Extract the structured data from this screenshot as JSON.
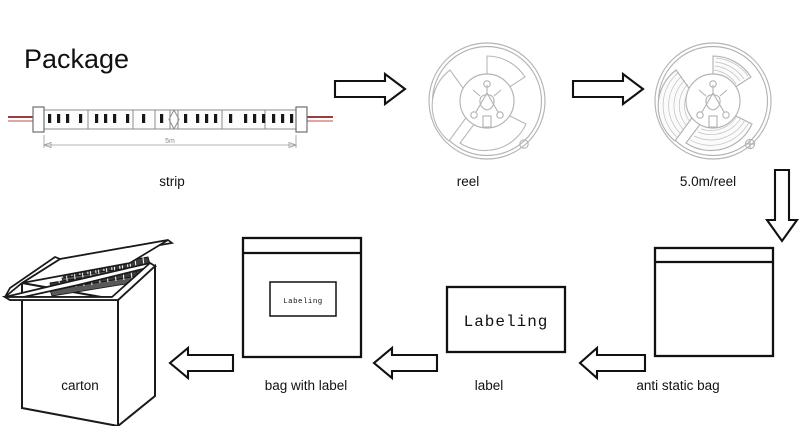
{
  "page": {
    "title": "Package",
    "background_color": "#ffffff",
    "ink_color": "#111111",
    "wire_color": "#8e2020",
    "reel_outline_color": "#b4b4b4"
  },
  "flow": {
    "top_row": [
      {
        "id": "strip",
        "caption": "strip"
      },
      {
        "id": "reel",
        "caption": "reel"
      },
      {
        "id": "reel-loaded",
        "caption": "5.0m/reel"
      }
    ],
    "bottom_row": [
      {
        "id": "carton",
        "caption": "carton"
      },
      {
        "id": "bag-with-label",
        "caption": "bag with label"
      },
      {
        "id": "label",
        "caption": "label"
      },
      {
        "id": "anti-static-bag",
        "caption": "anti static bag"
      }
    ]
  },
  "strip": {
    "dimension_label": "5m",
    "led_count_visible": 22
  },
  "label_box": {
    "text": "Labeling"
  },
  "bag": {
    "inner_label_text": "Labeling"
  },
  "arrows": [
    {
      "id": "arrow-strip-to-reel",
      "direction": "right"
    },
    {
      "id": "arrow-reel-to-loaded",
      "direction": "right"
    },
    {
      "id": "arrow-loaded-to-bag",
      "direction": "down"
    },
    {
      "id": "arrow-bag-to-label",
      "direction": "left"
    },
    {
      "id": "arrow-label-to-baglabel",
      "direction": "left"
    },
    {
      "id": "arrow-baglabel-to-carton",
      "direction": "left"
    }
  ]
}
